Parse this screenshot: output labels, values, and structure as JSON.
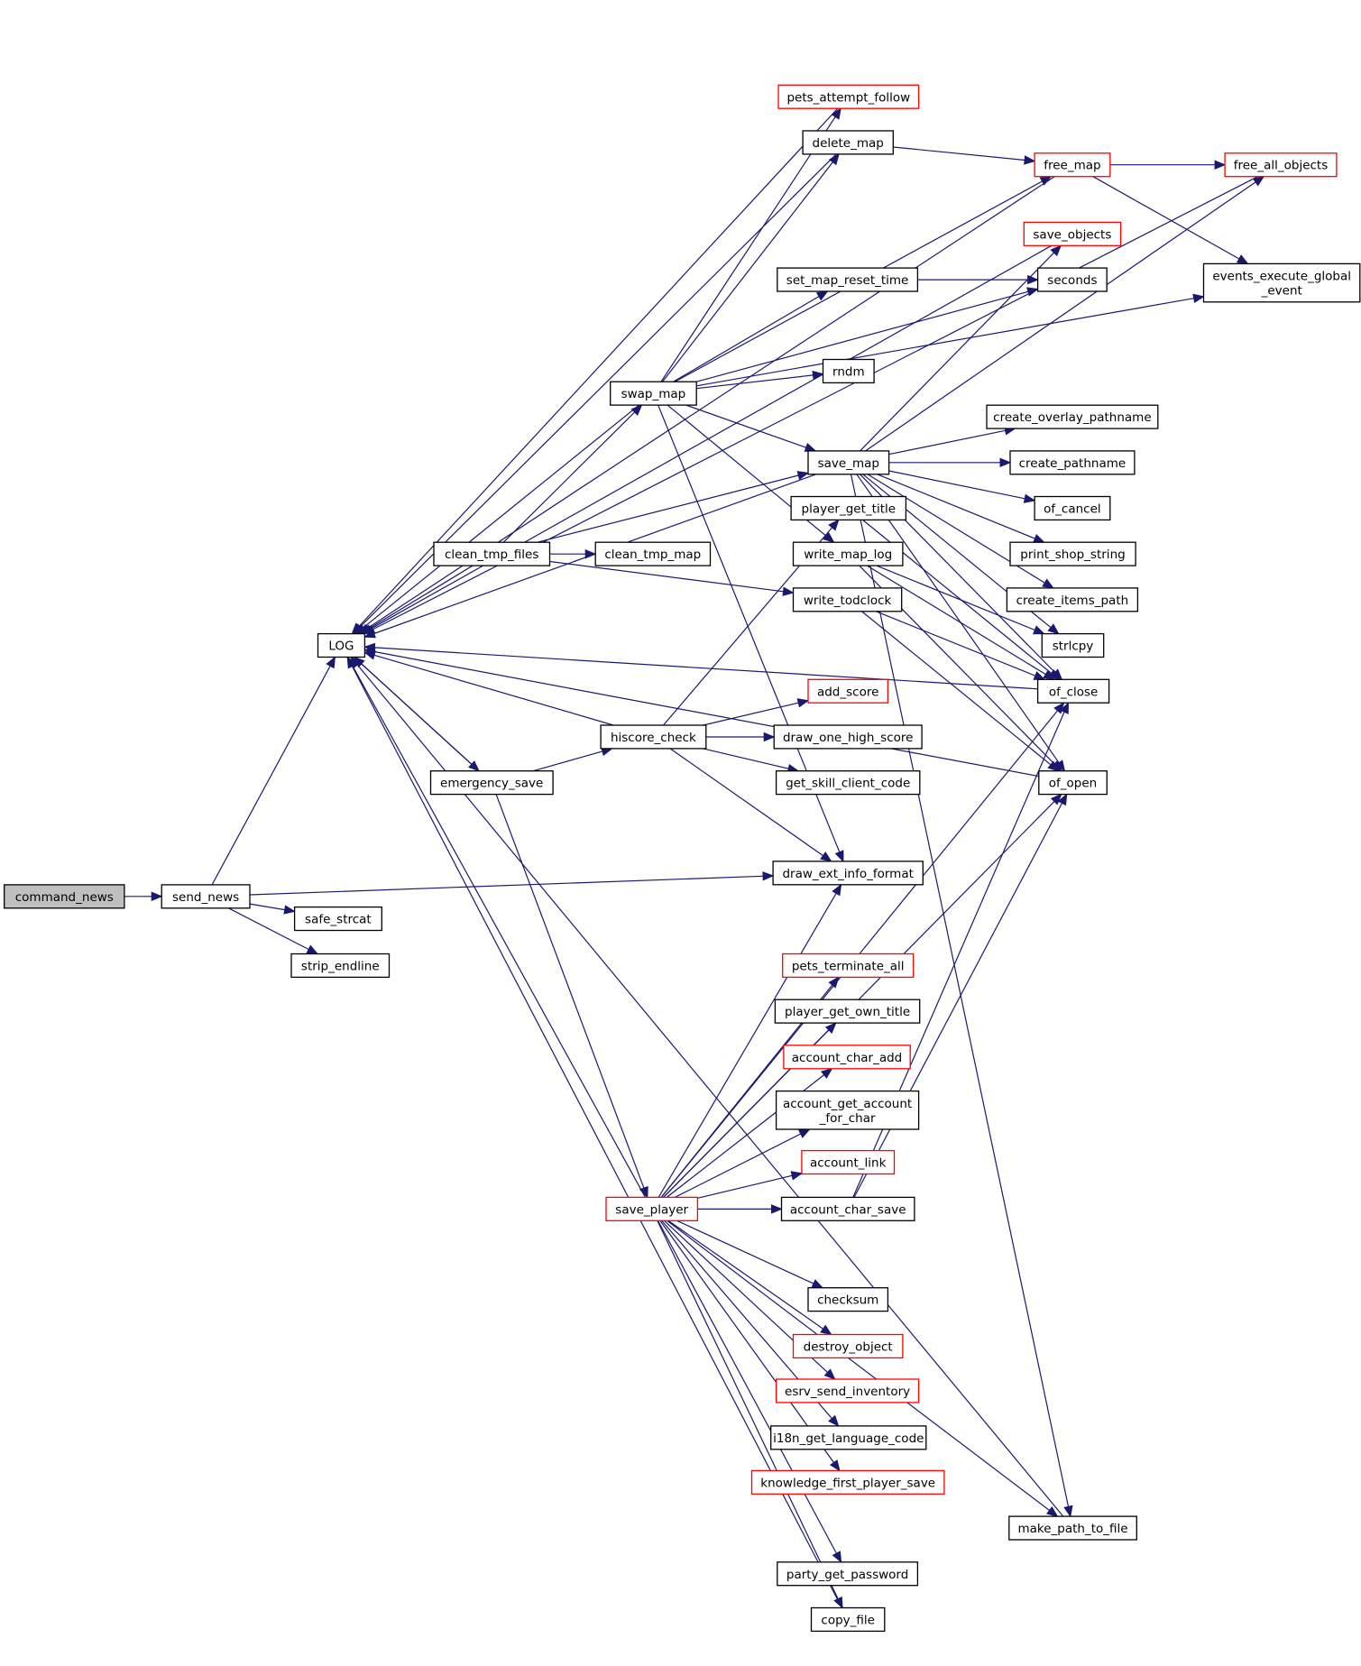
{
  "diagram": {
    "colors": {
      "edge": "#191970",
      "default_border": "#000000",
      "truncated_border": "#ff0000",
      "root_fill": "#bfbfbf"
    },
    "nodes": [
      {
        "id": "command_news",
        "label": "command_news",
        "style": "root"
      },
      {
        "id": "send_news",
        "label": "send_news",
        "style": "normal"
      },
      {
        "id": "safe_strcat",
        "label": "safe_strcat",
        "style": "normal"
      },
      {
        "id": "strip_endline",
        "label": "strip_endline",
        "style": "normal"
      },
      {
        "id": "LOG",
        "label": "LOG",
        "style": "normal"
      },
      {
        "id": "draw_ext_info_format",
        "label": "draw_ext_info_format",
        "style": "normal"
      },
      {
        "id": "clean_tmp_files",
        "label": "clean_tmp_files",
        "style": "normal"
      },
      {
        "id": "emergency_save",
        "label": "emergency_save",
        "style": "normal"
      },
      {
        "id": "swap_map",
        "label": "swap_map",
        "style": "normal"
      },
      {
        "id": "hiscore_check",
        "label": "hiscore_check",
        "style": "normal"
      },
      {
        "id": "save_player",
        "label": "save_player",
        "style": "red"
      },
      {
        "id": "clean_tmp_map",
        "label": "clean_tmp_map",
        "style": "normal"
      },
      {
        "id": "write_todclock",
        "label": "write_todclock",
        "style": "normal"
      },
      {
        "id": "save_map",
        "label": "save_map",
        "style": "normal"
      },
      {
        "id": "pets_attempt_follow",
        "label": "pets_attempt_follow",
        "style": "red"
      },
      {
        "id": "delete_map",
        "label": "delete_map",
        "style": "normal"
      },
      {
        "id": "set_map_reset_time",
        "label": "set_map_reset_time",
        "style": "normal"
      },
      {
        "id": "rndm",
        "label": "rndm",
        "style": "normal"
      },
      {
        "id": "player_get_title",
        "label": "player_get_title",
        "style": "normal"
      },
      {
        "id": "write_map_log",
        "label": "write_map_log",
        "style": "normal"
      },
      {
        "id": "add_score",
        "label": "add_score",
        "style": "red"
      },
      {
        "id": "draw_one_high_score",
        "label": "draw_one_high_score",
        "style": "normal"
      },
      {
        "id": "get_skill_client_code",
        "label": "get_skill_client_code",
        "style": "normal"
      },
      {
        "id": "pets_terminate_all",
        "label": "pets_terminate_all",
        "style": "red"
      },
      {
        "id": "player_get_own_title",
        "label": "player_get_own_title",
        "style": "normal"
      },
      {
        "id": "account_char_add",
        "label": "account_char_add",
        "style": "red"
      },
      {
        "id": "account_get_account_for_char",
        "label": "account_get_account\n_for_char",
        "style": "normal"
      },
      {
        "id": "account_link",
        "label": "account_link",
        "style": "red"
      },
      {
        "id": "account_char_save",
        "label": "account_char_save",
        "style": "normal"
      },
      {
        "id": "checksum",
        "label": "checksum",
        "style": "normal"
      },
      {
        "id": "destroy_object",
        "label": "destroy_object",
        "style": "red"
      },
      {
        "id": "esrv_send_inventory",
        "label": "esrv_send_inventory",
        "style": "red"
      },
      {
        "id": "i18n_get_language_code",
        "label": "i18n_get_language_code",
        "style": "normal"
      },
      {
        "id": "knowledge_first_player_save",
        "label": "knowledge_first_player_save",
        "style": "red"
      },
      {
        "id": "party_get_password",
        "label": "party_get_password",
        "style": "normal"
      },
      {
        "id": "copy_file",
        "label": "copy_file",
        "style": "normal"
      },
      {
        "id": "free_map",
        "label": "free_map",
        "style": "red"
      },
      {
        "id": "save_objects",
        "label": "save_objects",
        "style": "red"
      },
      {
        "id": "seconds",
        "label": "seconds",
        "style": "normal"
      },
      {
        "id": "create_overlay_pathname",
        "label": "create_overlay_pathname",
        "style": "normal"
      },
      {
        "id": "create_pathname",
        "label": "create_pathname",
        "style": "normal"
      },
      {
        "id": "of_cancel",
        "label": "of_cancel",
        "style": "normal"
      },
      {
        "id": "print_shop_string",
        "label": "print_shop_string",
        "style": "normal"
      },
      {
        "id": "create_items_path",
        "label": "create_items_path",
        "style": "normal"
      },
      {
        "id": "strlcpy",
        "label": "strlcpy",
        "style": "normal"
      },
      {
        "id": "of_close",
        "label": "of_close",
        "style": "normal"
      },
      {
        "id": "of_open",
        "label": "of_open",
        "style": "normal"
      },
      {
        "id": "make_path_to_file",
        "label": "make_path_to_file",
        "style": "normal"
      },
      {
        "id": "free_all_objects",
        "label": "free_all_objects",
        "style": "red"
      },
      {
        "id": "events_execute_global_event",
        "label": "events_execute_global\n_event",
        "style": "normal"
      }
    ],
    "edges": [
      [
        "command_news",
        "send_news"
      ],
      [
        "send_news",
        "LOG"
      ],
      [
        "send_news",
        "draw_ext_info_format"
      ],
      [
        "send_news",
        "safe_strcat"
      ],
      [
        "send_news",
        "strip_endline"
      ],
      [
        "clean_tmp_files",
        "LOG"
      ],
      [
        "clean_tmp_files",
        "swap_map"
      ],
      [
        "clean_tmp_files",
        "save_map"
      ],
      [
        "clean_tmp_files",
        "clean_tmp_map"
      ],
      [
        "clean_tmp_files",
        "write_todclock"
      ],
      [
        "emergency_save",
        "LOG"
      ],
      [
        "LOG",
        "emergency_save"
      ],
      [
        "emergency_save",
        "hiscore_check"
      ],
      [
        "emergency_save",
        "save_player"
      ],
      [
        "swap_map",
        "LOG"
      ],
      [
        "swap_map",
        "pets_attempt_follow"
      ],
      [
        "swap_map",
        "delete_map"
      ],
      [
        "swap_map",
        "free_map"
      ],
      [
        "swap_map",
        "set_map_reset_time"
      ],
      [
        "swap_map",
        "seconds"
      ],
      [
        "swap_map",
        "rndm"
      ],
      [
        "swap_map",
        "events_execute_global_event"
      ],
      [
        "swap_map",
        "save_map"
      ],
      [
        "swap_map",
        "write_map_log"
      ],
      [
        "swap_map",
        "draw_ext_info_format"
      ],
      [
        "hiscore_check",
        "LOG"
      ],
      [
        "hiscore_check",
        "player_get_title"
      ],
      [
        "hiscore_check",
        "add_score"
      ],
      [
        "hiscore_check",
        "draw_one_high_score"
      ],
      [
        "hiscore_check",
        "get_skill_client_code"
      ],
      [
        "hiscore_check",
        "draw_ext_info_format"
      ],
      [
        "save_player",
        "LOG"
      ],
      [
        "save_player",
        "draw_ext_info_format"
      ],
      [
        "save_player",
        "of_close"
      ],
      [
        "save_player",
        "pets_terminate_all"
      ],
      [
        "save_player",
        "player_get_own_title"
      ],
      [
        "save_player",
        "account_char_add"
      ],
      [
        "save_player",
        "account_get_account_for_char"
      ],
      [
        "save_player",
        "account_link"
      ],
      [
        "save_player",
        "account_char_save"
      ],
      [
        "save_player",
        "of_open"
      ],
      [
        "save_player",
        "checksum"
      ],
      [
        "save_player",
        "destroy_object"
      ],
      [
        "save_player",
        "esrv_send_inventory"
      ],
      [
        "save_player",
        "i18n_get_language_code"
      ],
      [
        "save_player",
        "knowledge_first_player_save"
      ],
      [
        "save_player",
        "make_path_to_file"
      ],
      [
        "save_player",
        "party_get_password"
      ],
      [
        "save_player",
        "copy_file"
      ],
      [
        "save_map",
        "LOG"
      ],
      [
        "save_map",
        "save_objects"
      ],
      [
        "save_map",
        "free_all_objects"
      ],
      [
        "save_map",
        "create_overlay_pathname"
      ],
      [
        "save_map",
        "create_pathname"
      ],
      [
        "save_map",
        "of_cancel"
      ],
      [
        "save_map",
        "print_shop_string"
      ],
      [
        "save_map",
        "create_items_path"
      ],
      [
        "save_map",
        "strlcpy"
      ],
      [
        "save_map",
        "of_close"
      ],
      [
        "save_map",
        "of_open"
      ],
      [
        "save_map",
        "make_path_to_file"
      ],
      [
        "pets_attempt_follow",
        "LOG"
      ],
      [
        "delete_map",
        "LOG"
      ],
      [
        "delete_map",
        "free_map"
      ],
      [
        "free_map",
        "LOG"
      ],
      [
        "free_map",
        "free_all_objects"
      ],
      [
        "free_map",
        "events_execute_global_event"
      ],
      [
        "free_all_objects",
        "LOG"
      ],
      [
        "save_objects",
        "LOG"
      ],
      [
        "set_map_reset_time",
        "seconds"
      ],
      [
        "player_get_title",
        "of_close"
      ],
      [
        "write_map_log",
        "strlcpy"
      ],
      [
        "write_map_log",
        "of_close"
      ],
      [
        "write_map_log",
        "of_open"
      ],
      [
        "write_todclock",
        "of_close"
      ],
      [
        "write_todclock",
        "of_open"
      ],
      [
        "of_close",
        "LOG"
      ],
      [
        "of_open",
        "LOG"
      ],
      [
        "account_char_save",
        "of_close"
      ],
      [
        "account_char_save",
        "of_open"
      ],
      [
        "make_path_to_file",
        "LOG"
      ],
      [
        "copy_file",
        "LOG"
      ]
    ]
  }
}
